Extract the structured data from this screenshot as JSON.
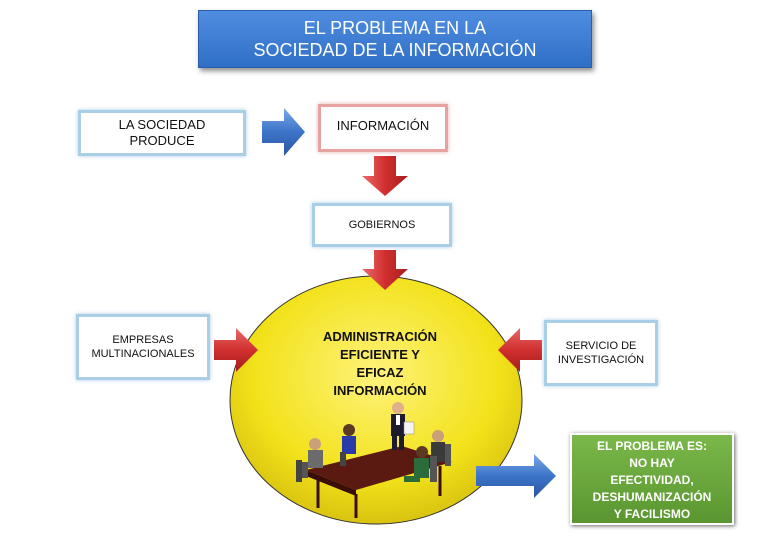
{
  "title": {
    "line1": "EL PROBLEMA EN LA",
    "line2": "SOCIEDAD DE LA INFORMACIÓN"
  },
  "boxes": {
    "sociedad": {
      "line1": "LA SOCIEDAD",
      "line2": "PRODUCE"
    },
    "informacion": "INFORMACIÓN",
    "gobiernos": "GOBIERNOS",
    "empresas": {
      "line1": "EMPRESAS",
      "line2": "MULTINACIONALES"
    },
    "servicio": {
      "line1": "SERVICIO  DE",
      "line2": "INVESTIGACIÓN"
    }
  },
  "center": {
    "line1": "ADMINISTRACIÓN",
    "line2": "EFICIENTE Y",
    "line3": "EFICAZ",
    "line4": "INFORMACIÓN"
  },
  "problem": {
    "line1": "EL PROBLEMA ES:",
    "line2": "NO HAY",
    "line3": "EFECTIVIDAD,",
    "line4": "DESHUMANIZACIÓN",
    "line5": "Y FACILISMO"
  },
  "colors": {
    "title_bg": "#3b7dd8",
    "circle_fill": "#f2e21a",
    "arrow_red": "#d33a3a",
    "arrow_blue": "#3c74c9",
    "problem_bg": "#6aa83c"
  }
}
